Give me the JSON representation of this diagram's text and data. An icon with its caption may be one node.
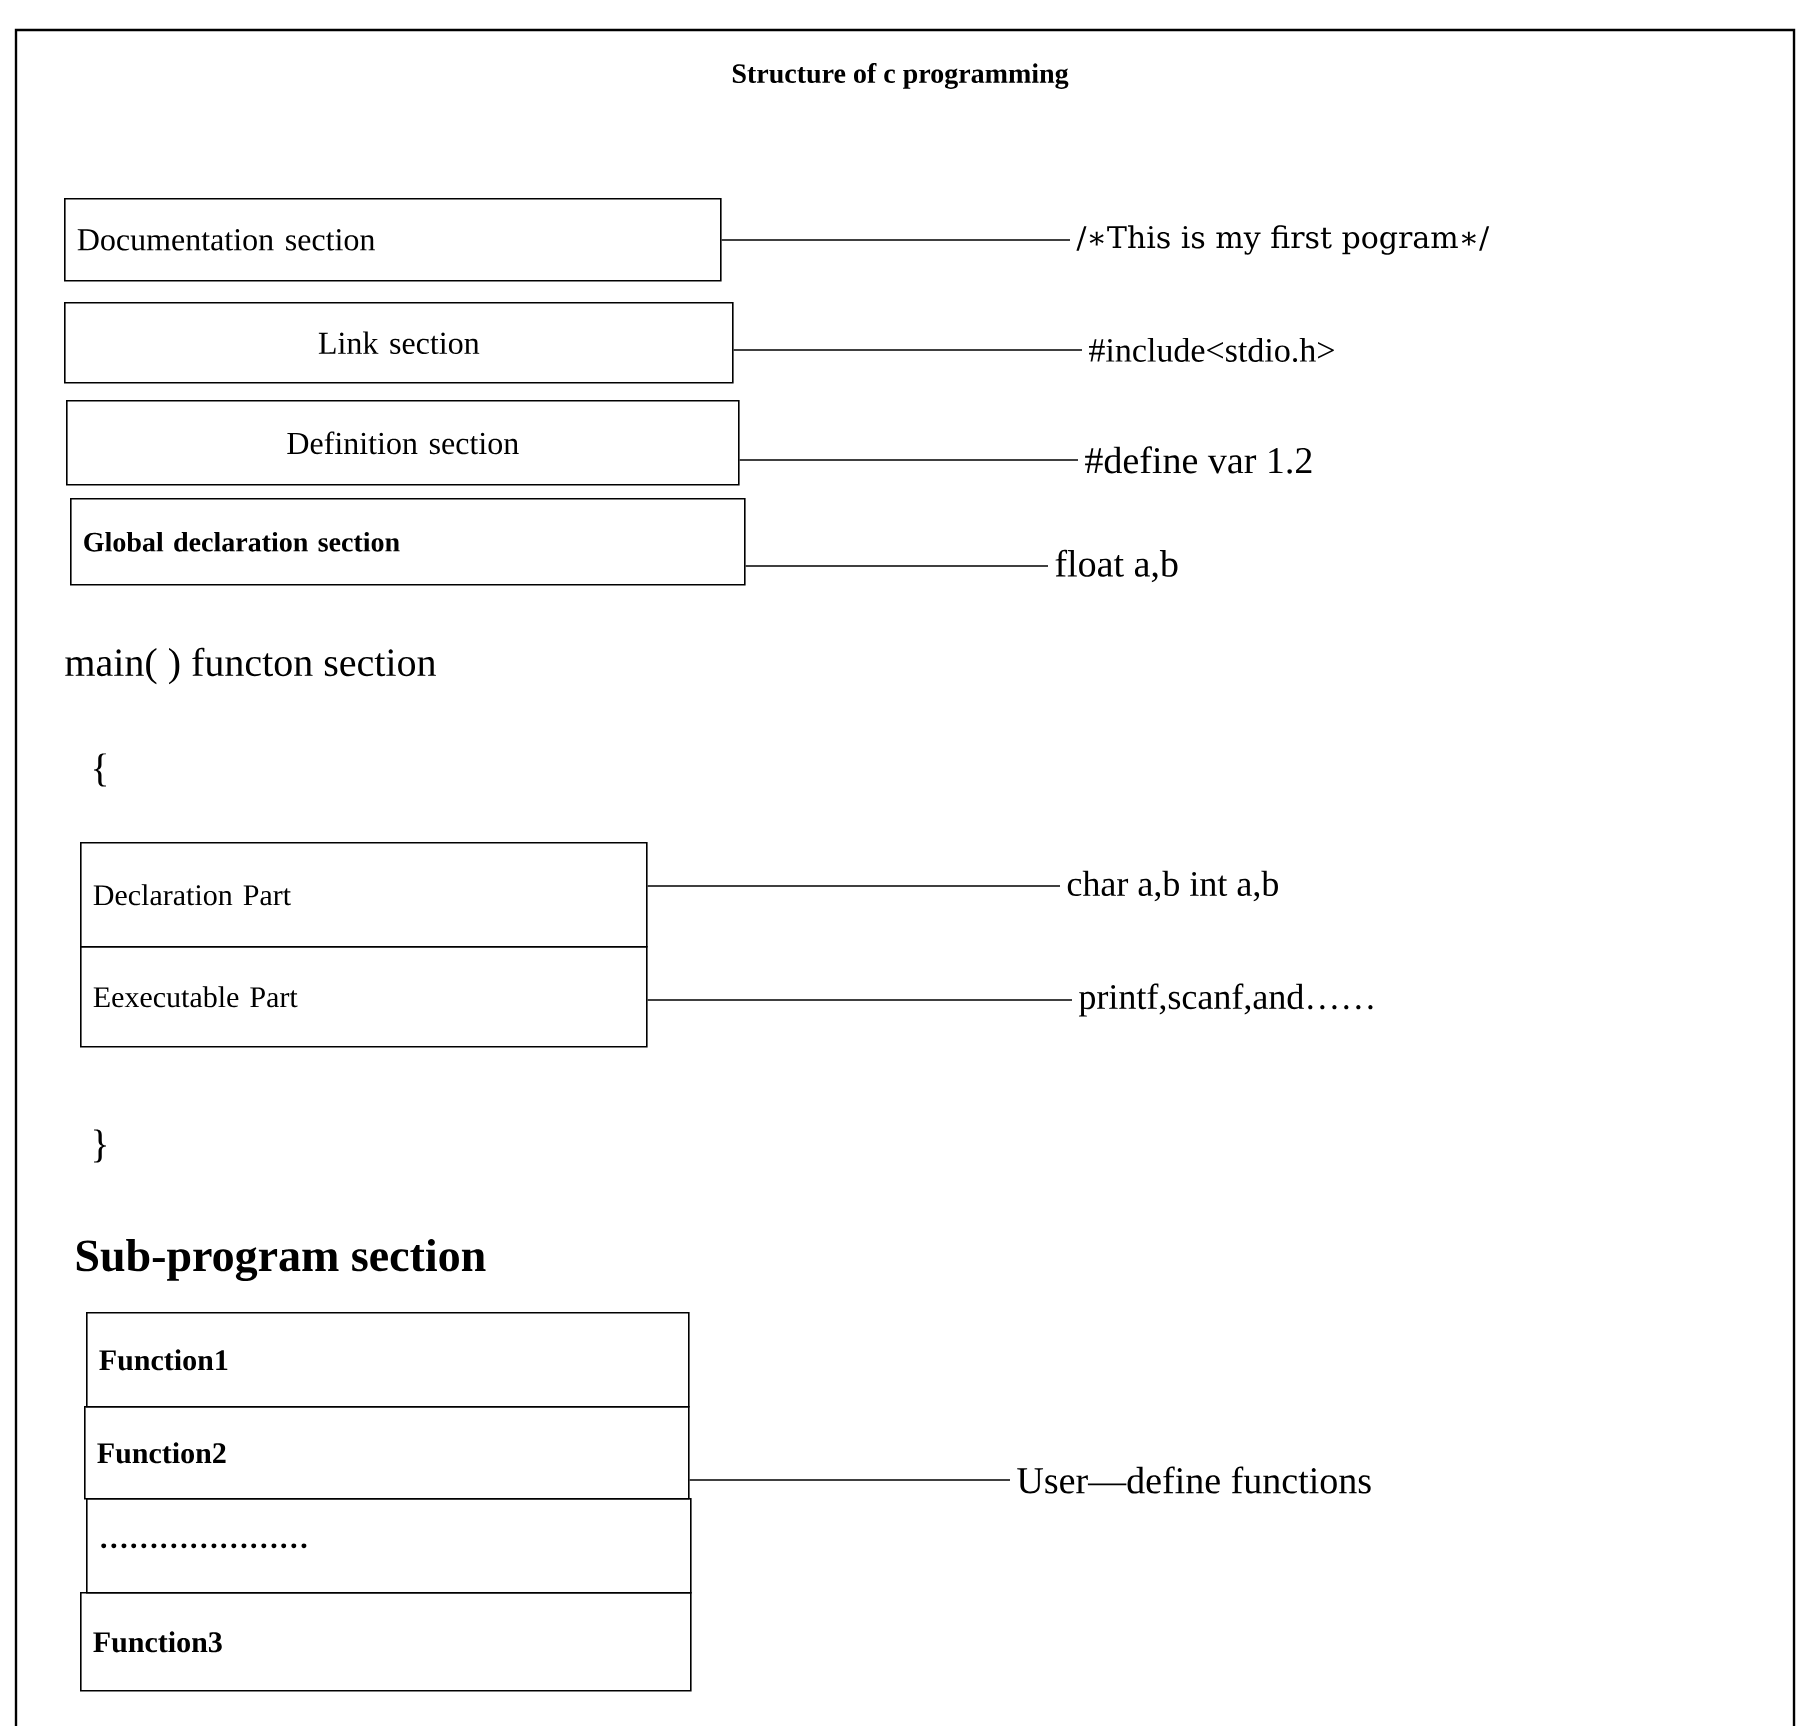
{
  "diagram": {
    "title": "Structure of c programming",
    "nodes": [
      {
        "text": [
          "Documentation section"
        ]
      },
      {
        "text": [
          "Link section"
        ]
      },
      {
        "text": [
          "Definition section"
        ]
      },
      {
        "text": [
          "Global declaration section"
        ]
      },
      {
        "text": [
          "/∗This is my first pogram∗/"
        ]
      },
      {
        "text": [
          "#include<stdio.h>"
        ]
      },
      {
        "text": [
          "#define var 1.2"
        ]
      },
      {
        "text": [
          "float a,b"
        ]
      },
      {
        "text": [
          "Declaration Part"
        ]
      },
      {
        "text": [
          "Eexecutable Part"
        ]
      },
      {
        "text": [
          "char a,b   int a,b"
        ]
      },
      {
        "text": [
          "printf,scanf,and……"
        ]
      },
      {
        "text": [
          "Function1"
        ]
      },
      {
        "text": [
          "Function2"
        ]
      },
      {
        "text": [
          "…………………"
        ]
      },
      {
        "text": [
          "Function3"
        ]
      },
      {
        "text": [
          "User—define functions"
        ]
      }
    ],
    "edges": [
      {
        "from": 0,
        "to": 4,
        "arrow": "none"
      },
      {
        "from": 1,
        "to": 5,
        "arrow": "none"
      },
      {
        "from": 2,
        "to": 6,
        "arrow": "none"
      },
      {
        "from": 3,
        "to": 7,
        "arrow": "none"
      },
      {
        "from": 8,
        "to": 10,
        "arrow": "none"
      },
      {
        "from": 9,
        "to": 11,
        "arrow": "none"
      },
      {
        "from": 13,
        "to": 16,
        "arrow": "none"
      }
    ],
    "labels": [
      "main( ) functon section",
      "{",
      "}",
      "Sub-program section"
    ]
  }
}
